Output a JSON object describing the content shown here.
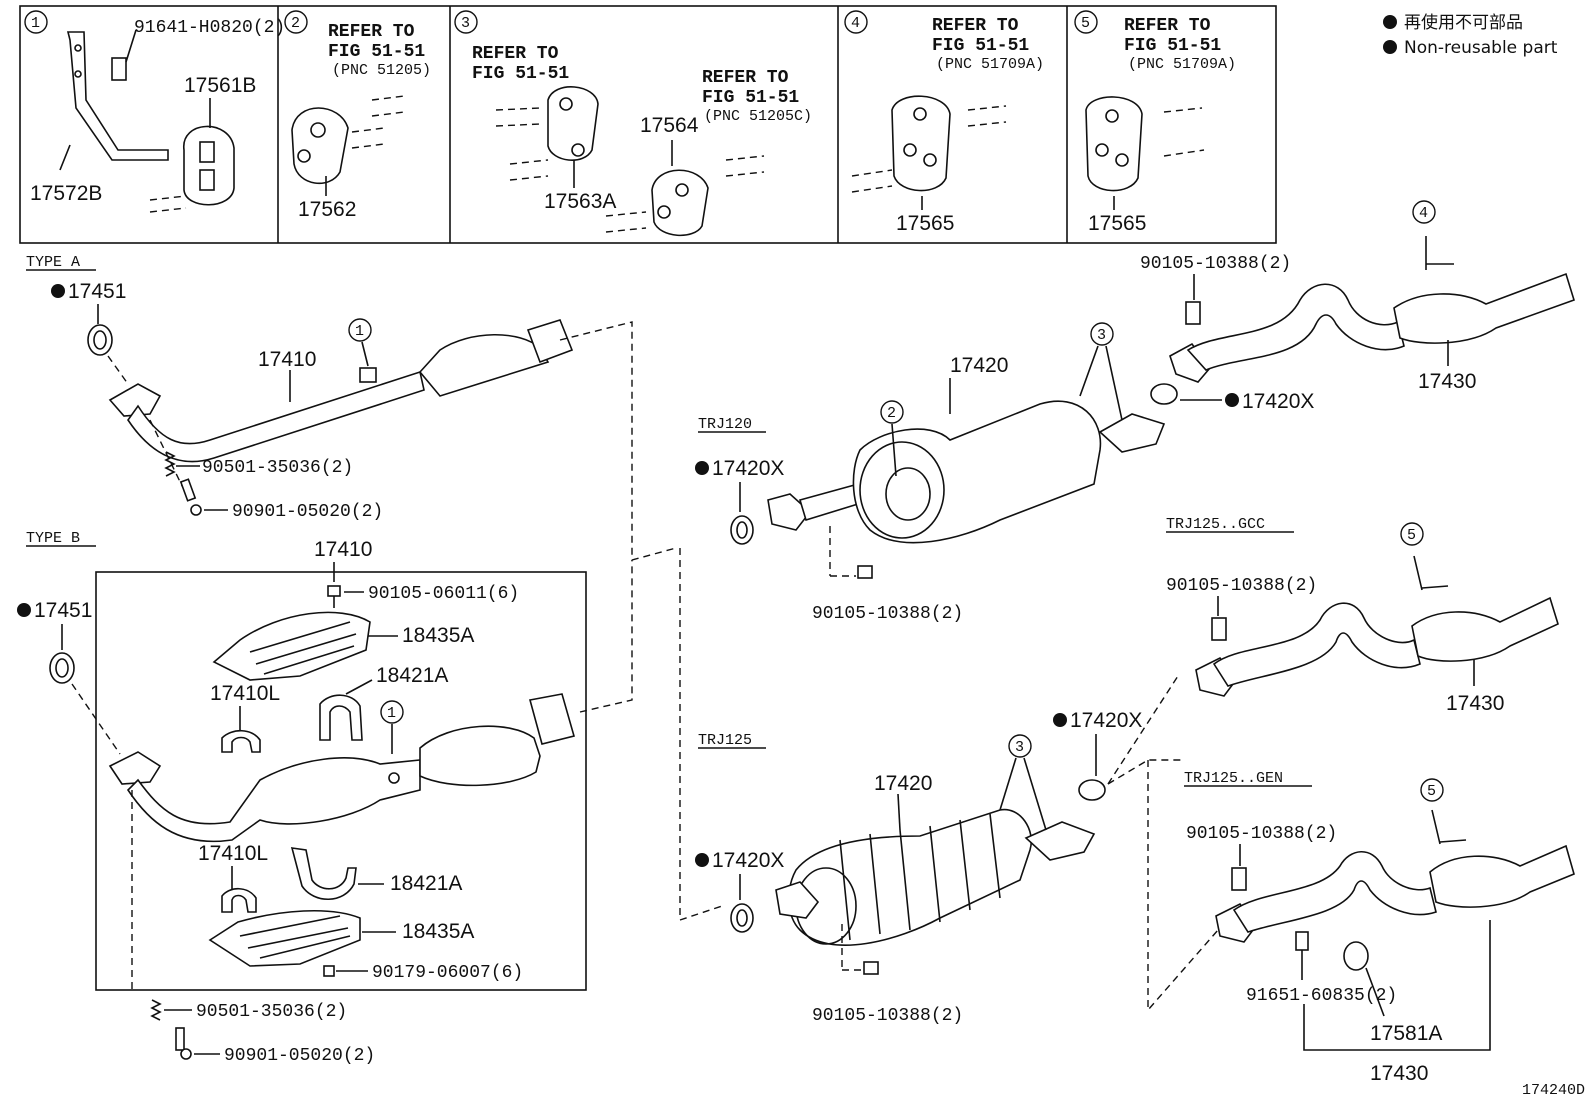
{
  "legend": {
    "jp": "再使用不可部品",
    "en": "Non-reusable part"
  },
  "figure_id": "174240D",
  "insets": {
    "inset1": {
      "num": "1",
      "bolt": "91641-H0820(2)",
      "hanger": "17561B",
      "bracket": "17572B"
    },
    "inset2": {
      "num": "2",
      "refer": "REFER TO",
      "fig": "FIG 51-51",
      "pnc": "(PNC 51205)",
      "part": "17562"
    },
    "inset3": {
      "num": "3",
      "refer": "REFER TO",
      "fig": "FIG 51-51",
      "refer2": "REFER TO",
      "fig2": "FIG 51-51",
      "pnc2": "(PNC 51205C)",
      "part_a": "17564",
      "part_b": "17563A"
    },
    "inset4": {
      "num": "4",
      "refer": "REFER TO",
      "fig": "FIG 51-51",
      "pnc": "(PNC 51709A)",
      "part": "17565"
    },
    "inset5": {
      "num": "5",
      "refer": "REFER TO",
      "fig": "FIG 51-51",
      "pnc": "(PNC 51709A)",
      "part": "17565"
    }
  },
  "type_a": {
    "title": "TYPE A",
    "gasket": "17451",
    "pipe": "17410",
    "callout": "1",
    "spring": "90501-35036(2)",
    "bolt": "90901-05020(2)"
  },
  "type_b": {
    "title": "TYPE B",
    "gasket": "17451",
    "pipe": "17410",
    "bolt_top": "90105-06011(6)",
    "shield_top": "18435A",
    "clamp_top": "18421A",
    "bracket_top": "17410L",
    "callout": "1",
    "bracket_bot": "17410L",
    "clamp_bot": "18421A",
    "shield_bot": "18435A",
    "nut": "90179-06007(6)",
    "spring": "90501-35036(2)",
    "bolt": "90901-05020(2)"
  },
  "trj120": {
    "title": "TRJ120",
    "gasket_l": "17420X",
    "muffler": "17420",
    "callout2": "2",
    "callout3": "3",
    "bolt": "90105-10388(2)",
    "gasket_r": "17420X",
    "tail_bolt": "90105-10388(2)",
    "tail_callout": "4",
    "tail": "17430"
  },
  "trj125": {
    "title": "TRJ125",
    "gasket_l": "17420X",
    "muffler": "17420",
    "callout3": "3",
    "gasket_r": "17420X",
    "bolt": "90105-10388(2)"
  },
  "trj125_gcc": {
    "title": "TRJ125..GCC",
    "bolt": "90105-10388(2)",
    "callout": "5",
    "tail": "17430"
  },
  "trj125_gen": {
    "title": "TRJ125..GEN",
    "bolt": "90105-10388(2)",
    "callout": "5",
    "screw": "91651-60835(2)",
    "hanger": "17581A",
    "tail": "17430"
  }
}
